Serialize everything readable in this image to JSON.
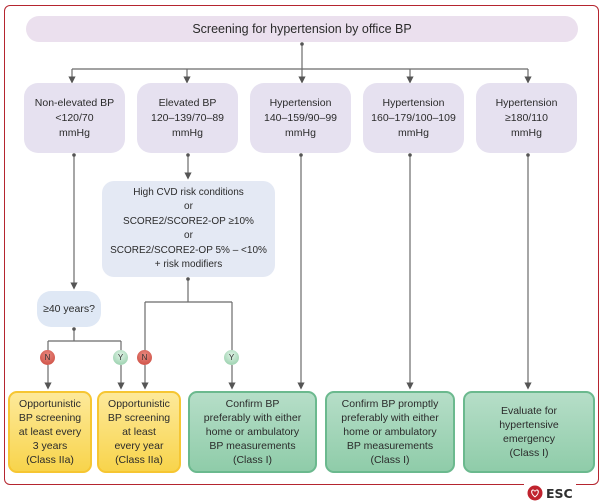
{
  "title": "Screening for hypertension by office BP",
  "categories": [
    {
      "lines": [
        "Non-elevated BP",
        "<120/70",
        "mmHg"
      ]
    },
    {
      "lines": [
        "Elevated BP",
        "120–139/70–89",
        "mmHg"
      ]
    },
    {
      "lines": [
        "Hypertension",
        "140–159/90–99",
        "mmHg"
      ]
    },
    {
      "lines": [
        "Hypertension",
        "160–179/100–109",
        "mmHg"
      ]
    },
    {
      "lines": [
        "Hypertension",
        "≥180/110",
        "mmHg"
      ]
    }
  ],
  "risk_box": {
    "lines": [
      "High CVD risk conditions",
      "or",
      "SCORE2/SCORE2-OP ≥10%",
      "or",
      "SCORE2/SCORE2-OP 5% – <10%",
      "+ risk modifiers"
    ]
  },
  "age_box": {
    "text": "≥40 years?"
  },
  "badges": {
    "no": "N",
    "yes": "Y"
  },
  "outcomes": [
    {
      "lines": [
        "Opportunistic",
        "BP screening",
        "at least every",
        "3 years",
        "(Class IIa)"
      ],
      "color": "yellow"
    },
    {
      "lines": [
        "Opportunistic",
        "BP screening",
        "at least",
        "every year",
        "(Class IIa)"
      ],
      "color": "yellow"
    },
    {
      "lines": [
        "Confirm BP",
        "preferably with either",
        "home or ambulatory",
        "BP measurements",
        "(Class I)"
      ],
      "color": "green"
    },
    {
      "lines": [
        "Confirm BP promptly",
        "preferably with either",
        "home or ambulatory",
        "BP measurements",
        "(Class I)"
      ],
      "color": "green"
    },
    {
      "lines": [
        "Evaluate for",
        "hypertensive",
        "emergency",
        "(Class I)"
      ],
      "color": "green"
    }
  ],
  "logo": {
    "text": "ESC"
  },
  "colors": {
    "frame": "#b5252f",
    "yellow": "#f8d44c",
    "green": "#8fcca9",
    "lavender": "#e6e1f0",
    "blue": "#e4e9f4",
    "no": "#c9453a",
    "yes": "#8ccaa2"
  }
}
